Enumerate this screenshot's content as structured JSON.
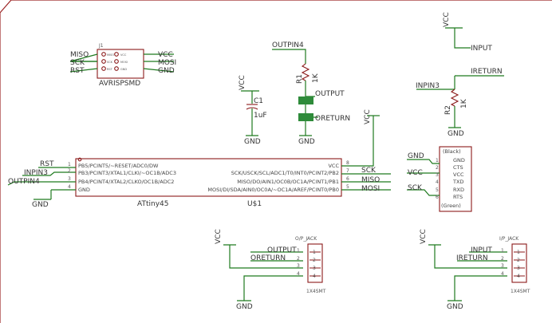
{
  "j1": {
    "ref": "J1",
    "name": "AVRISPSMD",
    "left": [
      "MISO",
      "SCK",
      "RST"
    ],
    "right": [
      "VCC",
      "MOSI",
      "GND"
    ],
    "pins_left": [
      "MISO",
      "SCK",
      "RST"
    ],
    "pins_right": [
      "VCC",
      "MOSI",
      "GND"
    ]
  },
  "r1": {
    "net_top": "OUTPIN4",
    "ref": "R1",
    "value": "1K"
  },
  "c1": {
    "vcc": "VCC",
    "ref": "C1",
    "value": "1uF",
    "gnd": "GND"
  },
  "pads": {
    "output": "OUTPUT",
    "oreturn": "ORETURN",
    "gnd": "GND"
  },
  "r2": {
    "vcc": "VCC",
    "input": "INPUT",
    "ireturn": "IRETURN",
    "inpin": "INPIN3",
    "ref": "R2",
    "value": "1K",
    "gnd": "GND"
  },
  "u1": {
    "name": "ATtiny45",
    "ref": "U$1",
    "left_nets": [
      "RST",
      "INPIN3",
      "OUTPIN4",
      "GND"
    ],
    "left_nums": [
      "1",
      "2",
      "3",
      "4"
    ],
    "left_pins": [
      "PB5/PCINT5/~RESET/ADC0/DW",
      "PB3/PCINT3/XTAL1/CLKI/~OC1B/ADC3",
      "PB4/PCINT4/XTAL2/CLKO/OC1B/ADC2",
      "GND"
    ],
    "right_nums": [
      "8",
      "7",
      "6",
      "5"
    ],
    "right_pins": [
      "VCC",
      "SCK/USCK/SCL/ADC1/T0/INT0/PCINT2/PB2",
      "MISO/DO/AIN1/OC0B/OC1A/PCINT1/PB1",
      "MOSI/DI/SDA/AIN0/OC0A/~OC1A/AREF/PCINT0/PB0"
    ],
    "right_nets": [
      "VCC",
      "SCK",
      "MISO",
      "MOSI"
    ]
  },
  "ftdi": {
    "nets": [
      "GND",
      "VCC",
      "SCK"
    ],
    "top": "(Black)",
    "bottom": "(Green)",
    "pins": [
      "GND",
      "CTS",
      "VCC",
      "TXD",
      "RXD",
      "RTS"
    ],
    "nums": [
      "1",
      "2",
      "3",
      "4",
      "5",
      "6"
    ]
  },
  "ojack": {
    "title": "O/P_JACK",
    "vcc": "VCC",
    "nets": [
      "OUTPUT",
      "ORETURN"
    ],
    "nums": [
      "1",
      "2",
      "3",
      "4"
    ],
    "pkg": "1X4SMT",
    "gnd": "GND"
  },
  "ijack": {
    "title": "I/P_JACK",
    "vcc": "VCC",
    "nets": [
      "INPUT",
      "IRETURN"
    ],
    "nums": [
      "1",
      "2",
      "3",
      "4"
    ],
    "pkg": "1X4SMT",
    "gnd": "GND"
  },
  "colors": {
    "wire": "#1f7a1f",
    "symbol": "#8b1a1a",
    "frame": "#9b2222",
    "pad": "#2e8b3a"
  }
}
